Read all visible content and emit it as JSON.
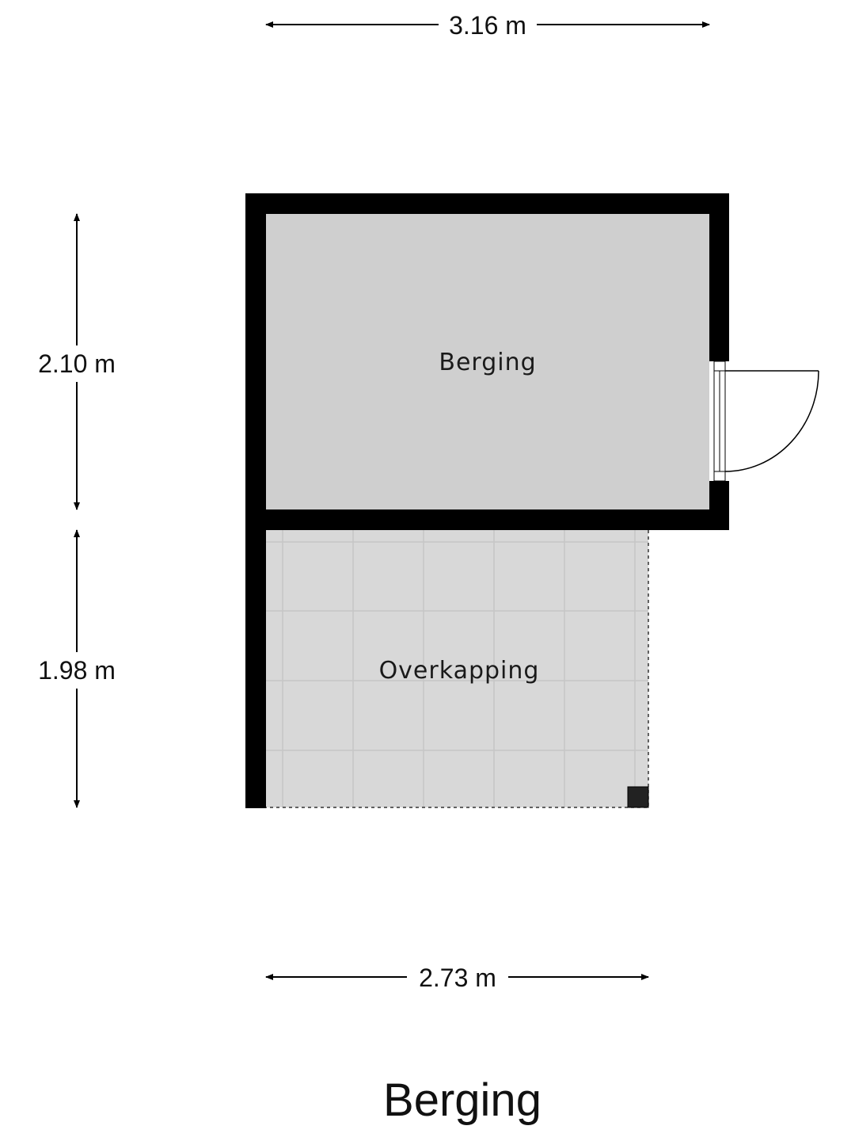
{
  "plan": {
    "title": "Berging",
    "rooms": [
      {
        "id": "berging",
        "label": "Berging"
      },
      {
        "id": "overkapping",
        "label": "Overkapping"
      }
    ],
    "dimensions": {
      "top_width": "3.16 m",
      "bottom_width": "2.73 m",
      "berging_height": "2.10 m",
      "overkapping_height": "1.98 m"
    },
    "colors": {
      "wall": "#000000",
      "berging_floor": "#cfcfcf",
      "overkapping_floor": "#d8d8d8",
      "tile_lines": "#c8c8c8",
      "background": "#ffffff"
    }
  }
}
